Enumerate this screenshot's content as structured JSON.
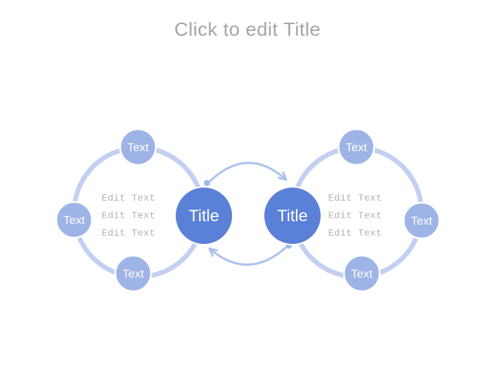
{
  "slide": {
    "heading": "Click to edit Title"
  },
  "diagram": {
    "colors": {
      "title_circle": "#5b80d7",
      "node_circle": "#9eb4e7",
      "ring": "#c3d0f2",
      "arrow": "#aec3ee",
      "arrow_dot": "#a3b9e9",
      "edit_text": "#b2b2b2",
      "label_text": "#ffffff",
      "heading_text": "#a5a5a5"
    },
    "left_cycle": {
      "title": "Title",
      "nodes": [
        {
          "label": "Text"
        },
        {
          "label": "Text"
        },
        {
          "label": "Text"
        }
      ],
      "edit_lines": [
        "Edit Text",
        "Edit Text",
        "Edit Text"
      ]
    },
    "right_cycle": {
      "title": "Title",
      "nodes": [
        {
          "label": "Text"
        },
        {
          "label": "Text"
        },
        {
          "label": "Text"
        }
      ],
      "edit_lines": [
        "Edit Text",
        "Edit Text",
        "Edit Text"
      ]
    }
  }
}
